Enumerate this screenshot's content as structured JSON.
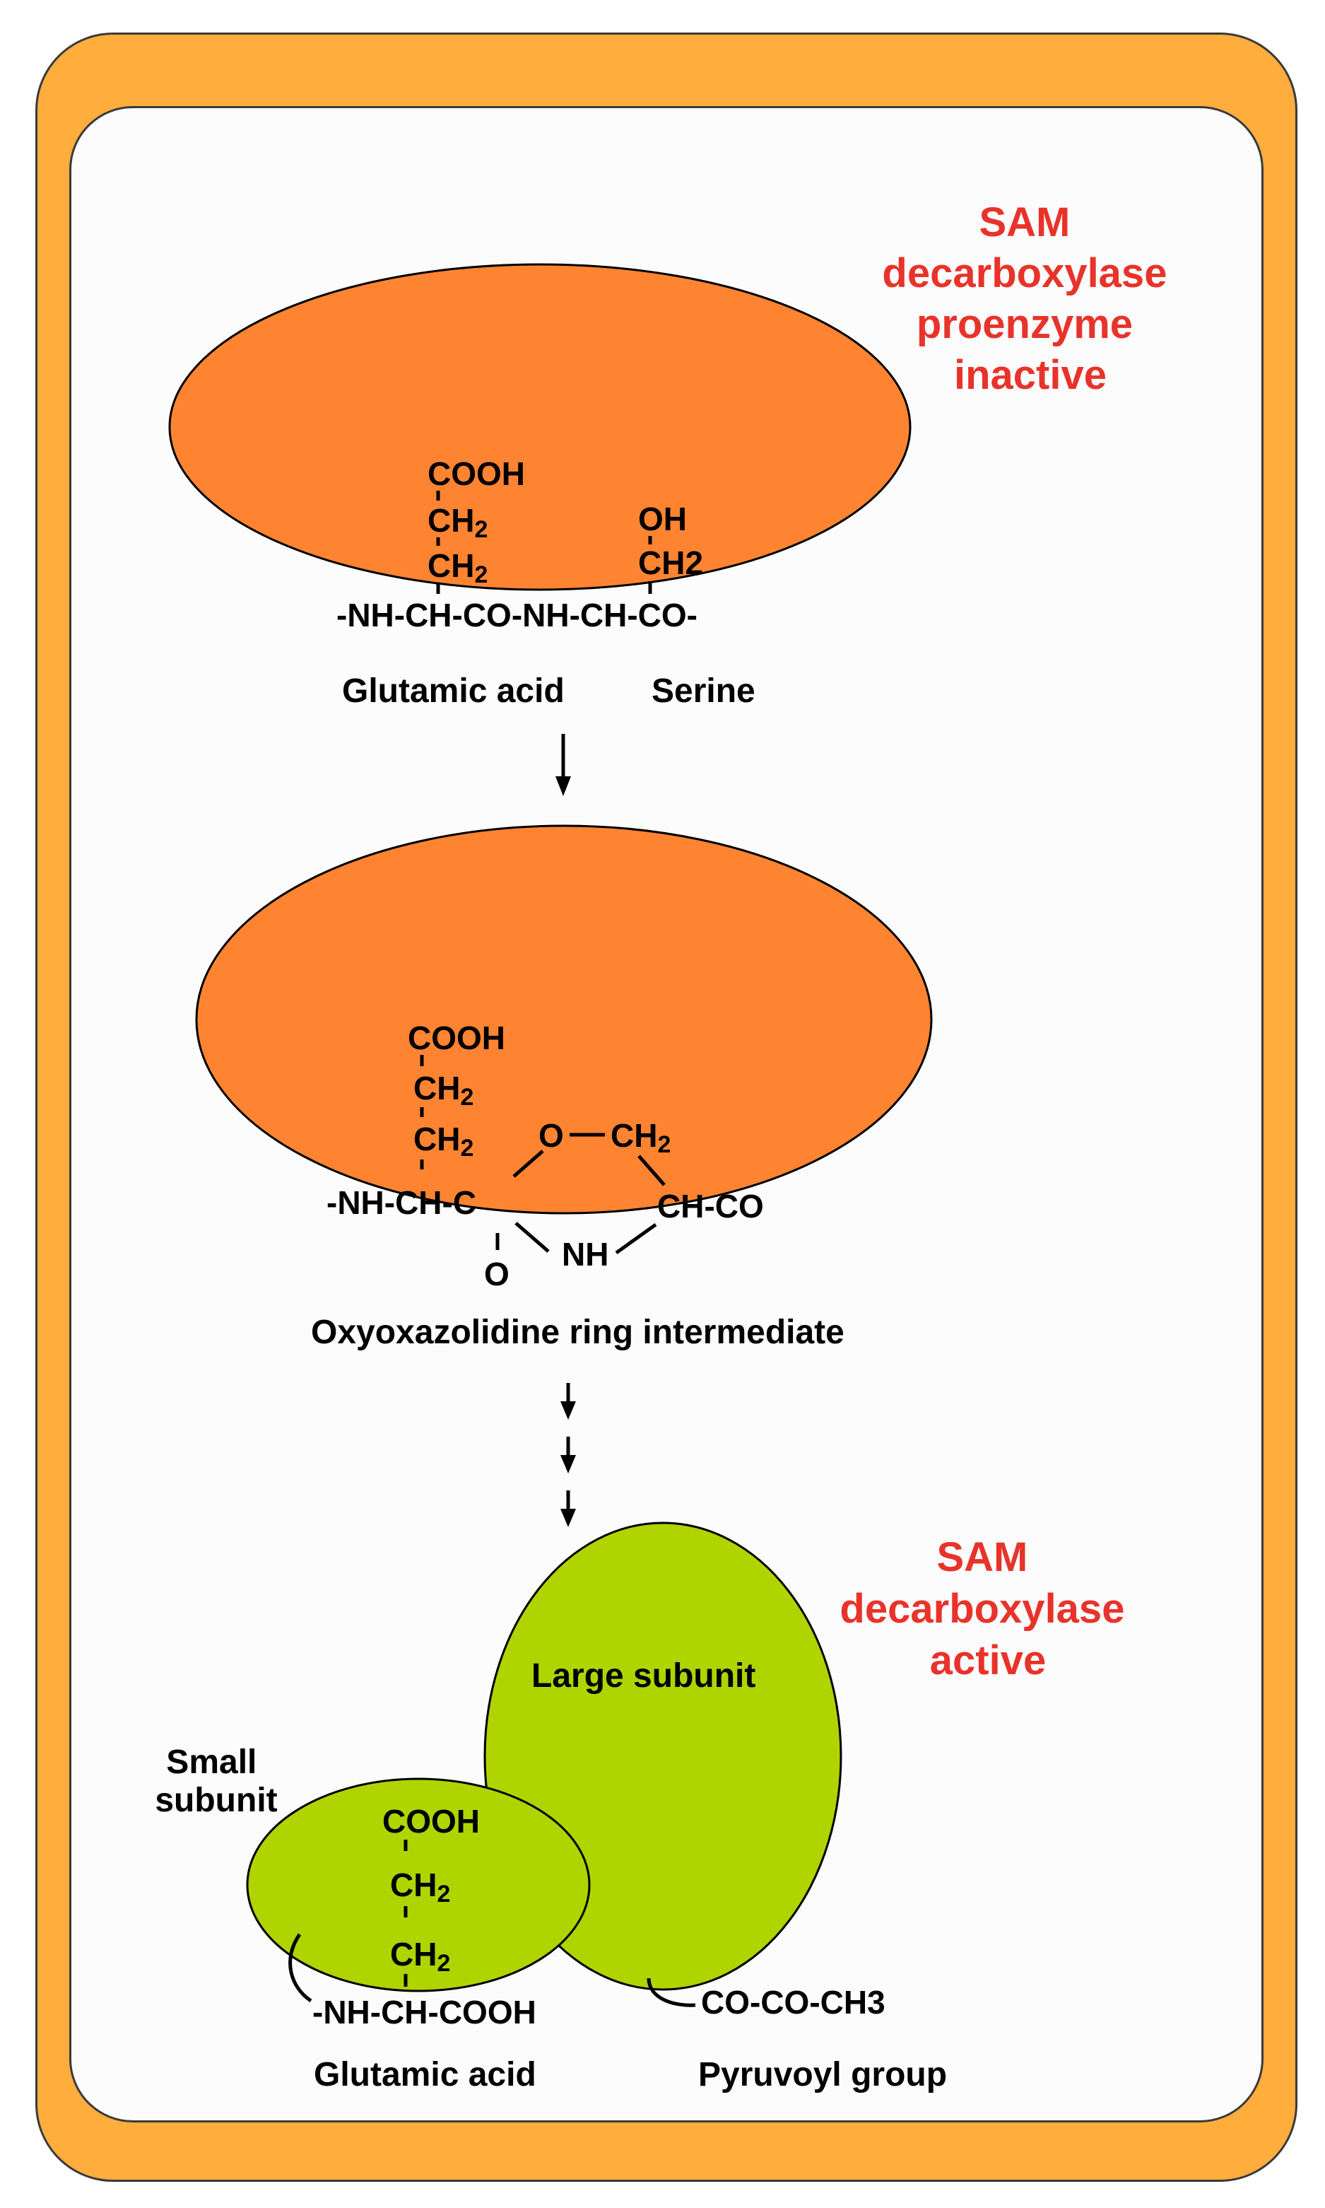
{
  "enzyme_inactive": {
    "title_lines": [
      "SAM",
      "decarboxylase",
      "proenzyme",
      "inactive"
    ],
    "cooh": "COOH",
    "ch": "CH",
    "sub2": "2",
    "oh": "OH",
    "ch2_plain": "CH2",
    "backbone": "-NH-CH-CO-NH-CH-CO-",
    "label_glu": "Glutamic acid",
    "label_ser": "Serine"
  },
  "intermediate": {
    "cooh": "COOH",
    "ch": "CH",
    "sub2": "2",
    "o_ring": "O",
    "ring_ch": "CH",
    "backbone": "-NH-CH-C",
    "ch_co": "CH-CO",
    "nh": "NH",
    "o_bottom": "O",
    "label": "Oxyoxazolidine ring intermediate"
  },
  "enzyme_active": {
    "title_lines": [
      "SAM",
      "decarboxylase",
      "active"
    ],
    "large_subunit": "Large subunit",
    "small_subunit_lines": [
      "Small",
      "subunit"
    ],
    "cooh": "COOH",
    "ch": "CH",
    "sub2": "2",
    "backbone": "-NH-CH-COOH",
    "pyruvoyl_formula": "CO-CO-CH3",
    "label_glu": "Glutamic acid",
    "label_pyr": "Pyruvoyl group"
  },
  "colors": {
    "frame": "#FFAD3D",
    "proenzyme_fill": "#FF8432",
    "active_fill": "#AFD400",
    "title_red": "#E8332A"
  }
}
